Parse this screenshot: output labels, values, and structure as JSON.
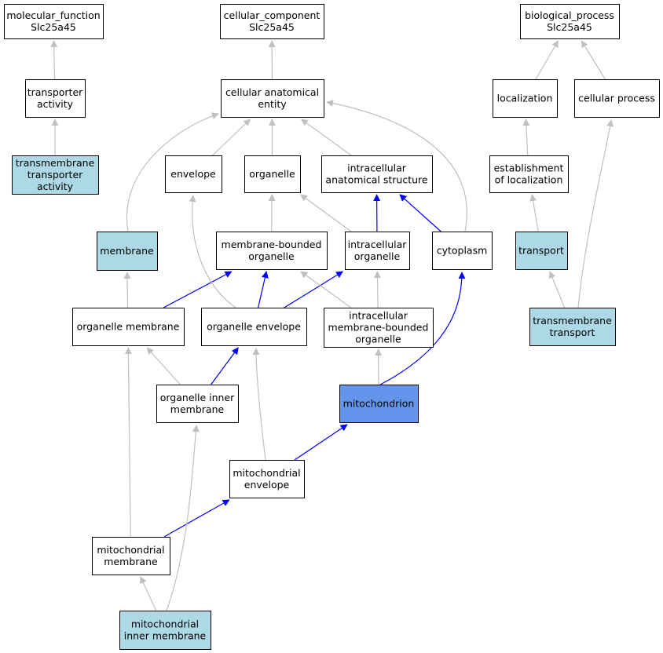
{
  "colors": {
    "default_fill": "#ffffff",
    "highlight_fill": "#add8e6",
    "focus_fill": "#6495ed",
    "edge_gray": "#c0c0c0",
    "edge_blue": "#0000ff"
  },
  "nodes": [
    {
      "id": "mf",
      "lines": [
        "molecular_function",
        "Slc25a45"
      ],
      "style": "default"
    },
    {
      "id": "cc",
      "lines": [
        "cellular_component",
        "Slc25a45"
      ],
      "style": "default"
    },
    {
      "id": "bp",
      "lines": [
        "biological_process",
        "Slc25a45"
      ],
      "style": "default"
    },
    {
      "id": "ta",
      "lines": [
        "transporter",
        "activity"
      ],
      "style": "default"
    },
    {
      "id": "cae",
      "lines": [
        "cellular anatomical",
        "entity"
      ],
      "style": "default"
    },
    {
      "id": "loc",
      "lines": [
        "localization"
      ],
      "style": "default"
    },
    {
      "id": "cp",
      "lines": [
        "cellular process"
      ],
      "style": "default"
    },
    {
      "id": "tta",
      "lines": [
        "transmembrane",
        "transporter",
        "activity"
      ],
      "style": "highlight"
    },
    {
      "id": "env",
      "lines": [
        "envelope"
      ],
      "style": "default"
    },
    {
      "id": "org",
      "lines": [
        "organelle"
      ],
      "style": "default"
    },
    {
      "id": "ias",
      "lines": [
        "intracellular",
        "anatomical structure"
      ],
      "style": "default"
    },
    {
      "id": "eol",
      "lines": [
        "establishment",
        "of localization"
      ],
      "style": "default"
    },
    {
      "id": "mem",
      "lines": [
        "membrane"
      ],
      "style": "highlight"
    },
    {
      "id": "mbo",
      "lines": [
        "membrane-bounded",
        "organelle"
      ],
      "style": "default"
    },
    {
      "id": "io",
      "lines": [
        "intracellular",
        "organelle"
      ],
      "style": "default"
    },
    {
      "id": "cyt",
      "lines": [
        "cytoplasm"
      ],
      "style": "default"
    },
    {
      "id": "trn",
      "lines": [
        "transport"
      ],
      "style": "highlight"
    },
    {
      "id": "om",
      "lines": [
        "organelle membrane"
      ],
      "style": "default"
    },
    {
      "id": "oe",
      "lines": [
        "organelle envelope"
      ],
      "style": "default"
    },
    {
      "id": "imbo",
      "lines": [
        "intracellular",
        "membrane-bounded",
        "organelle"
      ],
      "style": "default"
    },
    {
      "id": "tmt",
      "lines": [
        "transmembrane",
        "transport"
      ],
      "style": "highlight"
    },
    {
      "id": "oim",
      "lines": [
        "organelle inner",
        "membrane"
      ],
      "style": "default"
    },
    {
      "id": "mito",
      "lines": [
        "mitochondrion"
      ],
      "style": "focus"
    },
    {
      "id": "me",
      "lines": [
        "mitochondrial",
        "envelope"
      ],
      "style": "default"
    },
    {
      "id": "mm",
      "lines": [
        "mitochondrial",
        "membrane"
      ],
      "style": "default"
    },
    {
      "id": "mim",
      "lines": [
        "mitochondrial",
        "inner membrane"
      ],
      "style": "highlight"
    }
  ],
  "edges": [
    {
      "from": "ta",
      "to": "mf",
      "color": "gray"
    },
    {
      "from": "tta",
      "to": "ta",
      "color": "gray"
    },
    {
      "from": "cae",
      "to": "cc",
      "color": "gray"
    },
    {
      "from": "loc",
      "to": "bp",
      "color": "gray"
    },
    {
      "from": "cp",
      "to": "bp",
      "color": "gray"
    },
    {
      "from": "env",
      "to": "cae",
      "color": "gray"
    },
    {
      "from": "org",
      "to": "cae",
      "color": "gray"
    },
    {
      "from": "ias",
      "to": "cae",
      "color": "gray"
    },
    {
      "from": "mem",
      "to": "cae",
      "color": "gray"
    },
    {
      "from": "cyt",
      "to": "cae",
      "color": "gray"
    },
    {
      "from": "eol",
      "to": "loc",
      "color": "gray"
    },
    {
      "from": "trn",
      "to": "eol",
      "color": "gray"
    },
    {
      "from": "tmt",
      "to": "trn",
      "color": "gray"
    },
    {
      "from": "tmt",
      "to": "cp",
      "color": "gray"
    },
    {
      "from": "mbo",
      "to": "org",
      "color": "gray"
    },
    {
      "from": "io",
      "to": "org",
      "color": "gray"
    },
    {
      "from": "io",
      "to": "ias",
      "color": "blue"
    },
    {
      "from": "cyt",
      "to": "ias",
      "color": "blue"
    },
    {
      "from": "om",
      "to": "mem",
      "color": "gray"
    },
    {
      "from": "om",
      "to": "mbo",
      "color": "blue"
    },
    {
      "from": "oe",
      "to": "mbo",
      "color": "blue"
    },
    {
      "from": "oe",
      "to": "io",
      "color": "blue"
    },
    {
      "from": "oe",
      "to": "env",
      "color": "gray"
    },
    {
      "from": "imbo",
      "to": "mbo",
      "color": "gray"
    },
    {
      "from": "imbo",
      "to": "io",
      "color": "gray"
    },
    {
      "from": "oim",
      "to": "om",
      "color": "gray"
    },
    {
      "from": "oim",
      "to": "oe",
      "color": "blue"
    },
    {
      "from": "mito",
      "to": "imbo",
      "color": "gray"
    },
    {
      "from": "mito",
      "to": "cyt",
      "color": "blue"
    },
    {
      "from": "me",
      "to": "mito",
      "color": "blue"
    },
    {
      "from": "me",
      "to": "oe",
      "color": "gray"
    },
    {
      "from": "mm",
      "to": "me",
      "color": "blue"
    },
    {
      "from": "mm",
      "to": "om",
      "color": "gray"
    },
    {
      "from": "mim",
      "to": "mm",
      "color": "gray"
    },
    {
      "from": "mim",
      "to": "oim",
      "color": "gray"
    }
  ]
}
